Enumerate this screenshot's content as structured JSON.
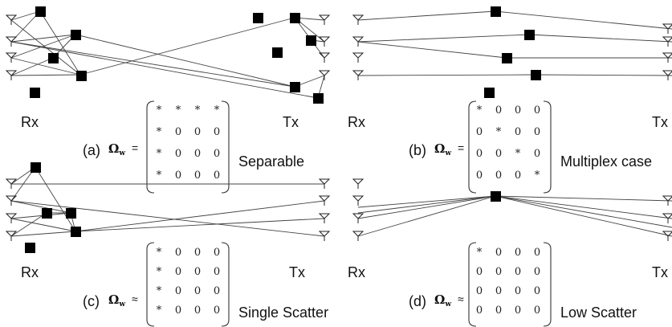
{
  "labels": {
    "rx": "Rx",
    "tx": "Tx"
  },
  "symbol": {
    "omega": "Ω",
    "sub": "w"
  },
  "panels": [
    {
      "id": "a",
      "tag": "(a)",
      "relation": "=",
      "caption": "Separable",
      "matrix": [
        [
          "*",
          "*",
          "*",
          "*"
        ],
        [
          "*",
          "0",
          "0",
          "0"
        ],
        [
          "*",
          "0",
          "0",
          "0"
        ],
        [
          "*",
          "0",
          "0",
          "0"
        ]
      ]
    },
    {
      "id": "b",
      "tag": "(b)",
      "relation": "=",
      "caption": "Multiplex case",
      "matrix": [
        [
          "*",
          "0",
          "0",
          "0"
        ],
        [
          "0",
          "*",
          "0",
          "0"
        ],
        [
          "0",
          "0",
          "*",
          "0"
        ],
        [
          "0",
          "0",
          "0",
          "*"
        ]
      ]
    },
    {
      "id": "c",
      "tag": "(c)",
      "relation": "≈",
      "caption": "Single Scatter",
      "matrix": [
        [
          "*",
          "0",
          "0",
          "0"
        ],
        [
          "*",
          "0",
          "0",
          "0"
        ],
        [
          "*",
          "0",
          "0",
          "0"
        ],
        [
          "*",
          "0",
          "0",
          "0"
        ]
      ]
    },
    {
      "id": "d",
      "tag": "(d)",
      "relation": "≈",
      "caption": "Low Scatter",
      "matrix": [
        [
          "*",
          "0",
          "0",
          "0"
        ],
        [
          "0",
          "0",
          "0",
          "0"
        ],
        [
          "0",
          "0",
          "0",
          "0"
        ],
        [
          "0",
          "0",
          "0",
          "0"
        ]
      ]
    }
  ]
}
